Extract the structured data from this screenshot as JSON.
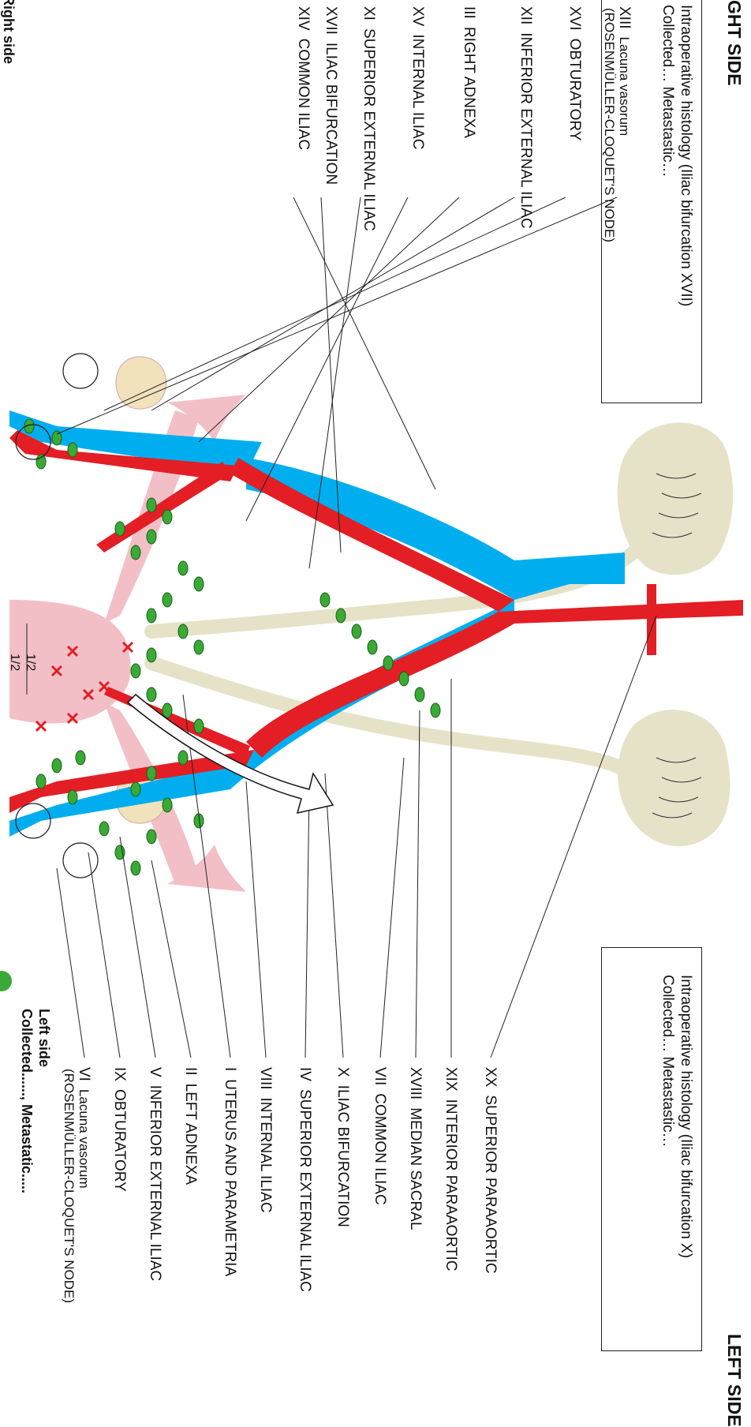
{
  "sides": {
    "left": {
      "title": "LEFT SIDE",
      "histology_line1": "Intraoperative histology (Iliac bifurcation X)",
      "histology_line2": "Collected… Metastastic…",
      "legend_title": "Left side",
      "legend_collected": "Collected......, Metastatic....."
    },
    "right": {
      "title": "GHT SIDE",
      "histology_line1": "Intraoperative histology (Iliac bifurcation XVII)",
      "histology_line2": "Collected… Metastastic…",
      "legend_title": "Right side"
    }
  },
  "half_marks": [
    "1/2",
    "1/2"
  ],
  "labels_right": [
    {
      "num": "XIV",
      "text": "COMMON ILIAC"
    },
    {
      "num": "XVII",
      "text": "ILIAC BIFURCATION"
    },
    {
      "num": "XI",
      "text": "SUPERIOR EXTERNAL ILIAC"
    },
    {
      "num": "XV",
      "text": "INTERNAL ILIAC"
    },
    {
      "num": "III",
      "text": "RIGHT ADNEXA"
    },
    {
      "num": "XII",
      "text": "INFERIOR EXTERNAL ILIAC"
    },
    {
      "num": "XVI",
      "text": "OBTURATORY"
    },
    {
      "num": "XIII",
      "text": "Lacuna vasorum",
      "text2": "(ROSENMÜLLER-CLOQUET'S NODE)"
    }
  ],
  "labels_left": [
    {
      "num": "XX",
      "text": "SUPERIOR PARAAORTIC"
    },
    {
      "num": "XIX",
      "text": "INTERIOR PARAAORTIC"
    },
    {
      "num": "XVIII",
      "text": "MEDIAN SACRAL"
    },
    {
      "num": "VII",
      "text": "COMMON ILIAC"
    },
    {
      "num": "X",
      "text": "ILIAC BIFURCATION"
    },
    {
      "num": "IV",
      "text": "SUPERIOR EXTERNAL ILIAC"
    },
    {
      "num": "VIII",
      "text": "INTERNAL ILIAC"
    },
    {
      "num": "I",
      "text": "UTERUS AND PARAMETRIA"
    },
    {
      "num": "II",
      "text": "LEFT ADNEXA"
    },
    {
      "num": "V",
      "text": "INFERIOR EXTERNAL ILIAC"
    },
    {
      "num": "IX",
      "text": "OBTURATORY"
    },
    {
      "num": "VI",
      "text": "Lacuna vasorum",
      "text2": "(ROSENMÜLLER-CLOQUET'S NODE)"
    }
  ],
  "colors": {
    "artery": "#e31e24",
    "vein": "#00aeef",
    "node": "#3aa935",
    "kidney": "#e6e2c8",
    "uterus": "#f3bfc6",
    "fat": "#f2e2bc",
    "marker": "#e31e24"
  }
}
